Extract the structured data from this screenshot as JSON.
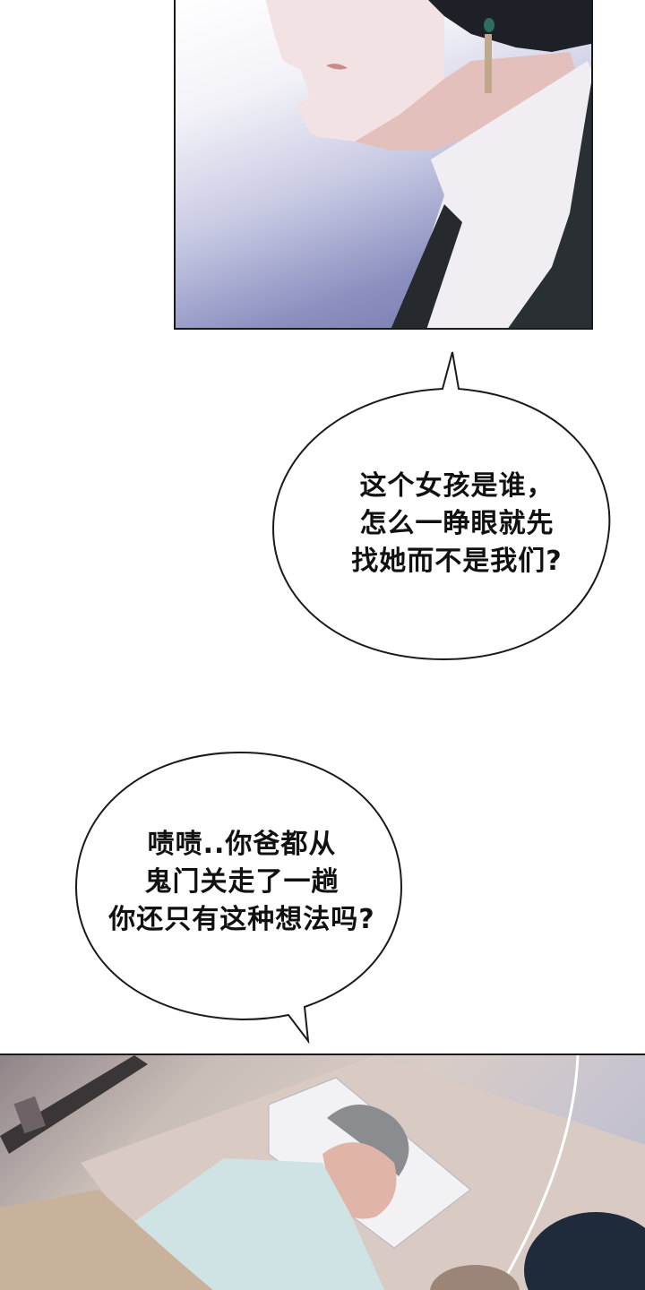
{
  "panels": [
    {
      "id": "top",
      "description": "Close-up of a dark-haired character's lower face and neck, green drop earring, white turtleneck, black blazer, blue textured background"
    },
    {
      "id": "bottom",
      "description": "Elderly grey-haired man lying in hospital bed in patterned hospital gown, IV line, two people's heads in foreground"
    }
  ],
  "bubbles": [
    {
      "id": "bubble-1",
      "lines": [
        "这个女孩是谁，",
        "怎么一睁眼就先",
        "找她而不是我们?"
      ]
    },
    {
      "id": "bubble-2",
      "lines": [
        "啧啧..你爸都从",
        "鬼门关走了一趟",
        "你还只有这种想法吗?"
      ]
    }
  ],
  "colors": {
    "panel_border": "#1a1a1a",
    "bubble_fill": "#ffffff",
    "bubble_outline": "#1a1a1a",
    "bg_blue": "#6e74a8",
    "blazer": "#2a2f33",
    "gown": "#cfe3e4"
  }
}
